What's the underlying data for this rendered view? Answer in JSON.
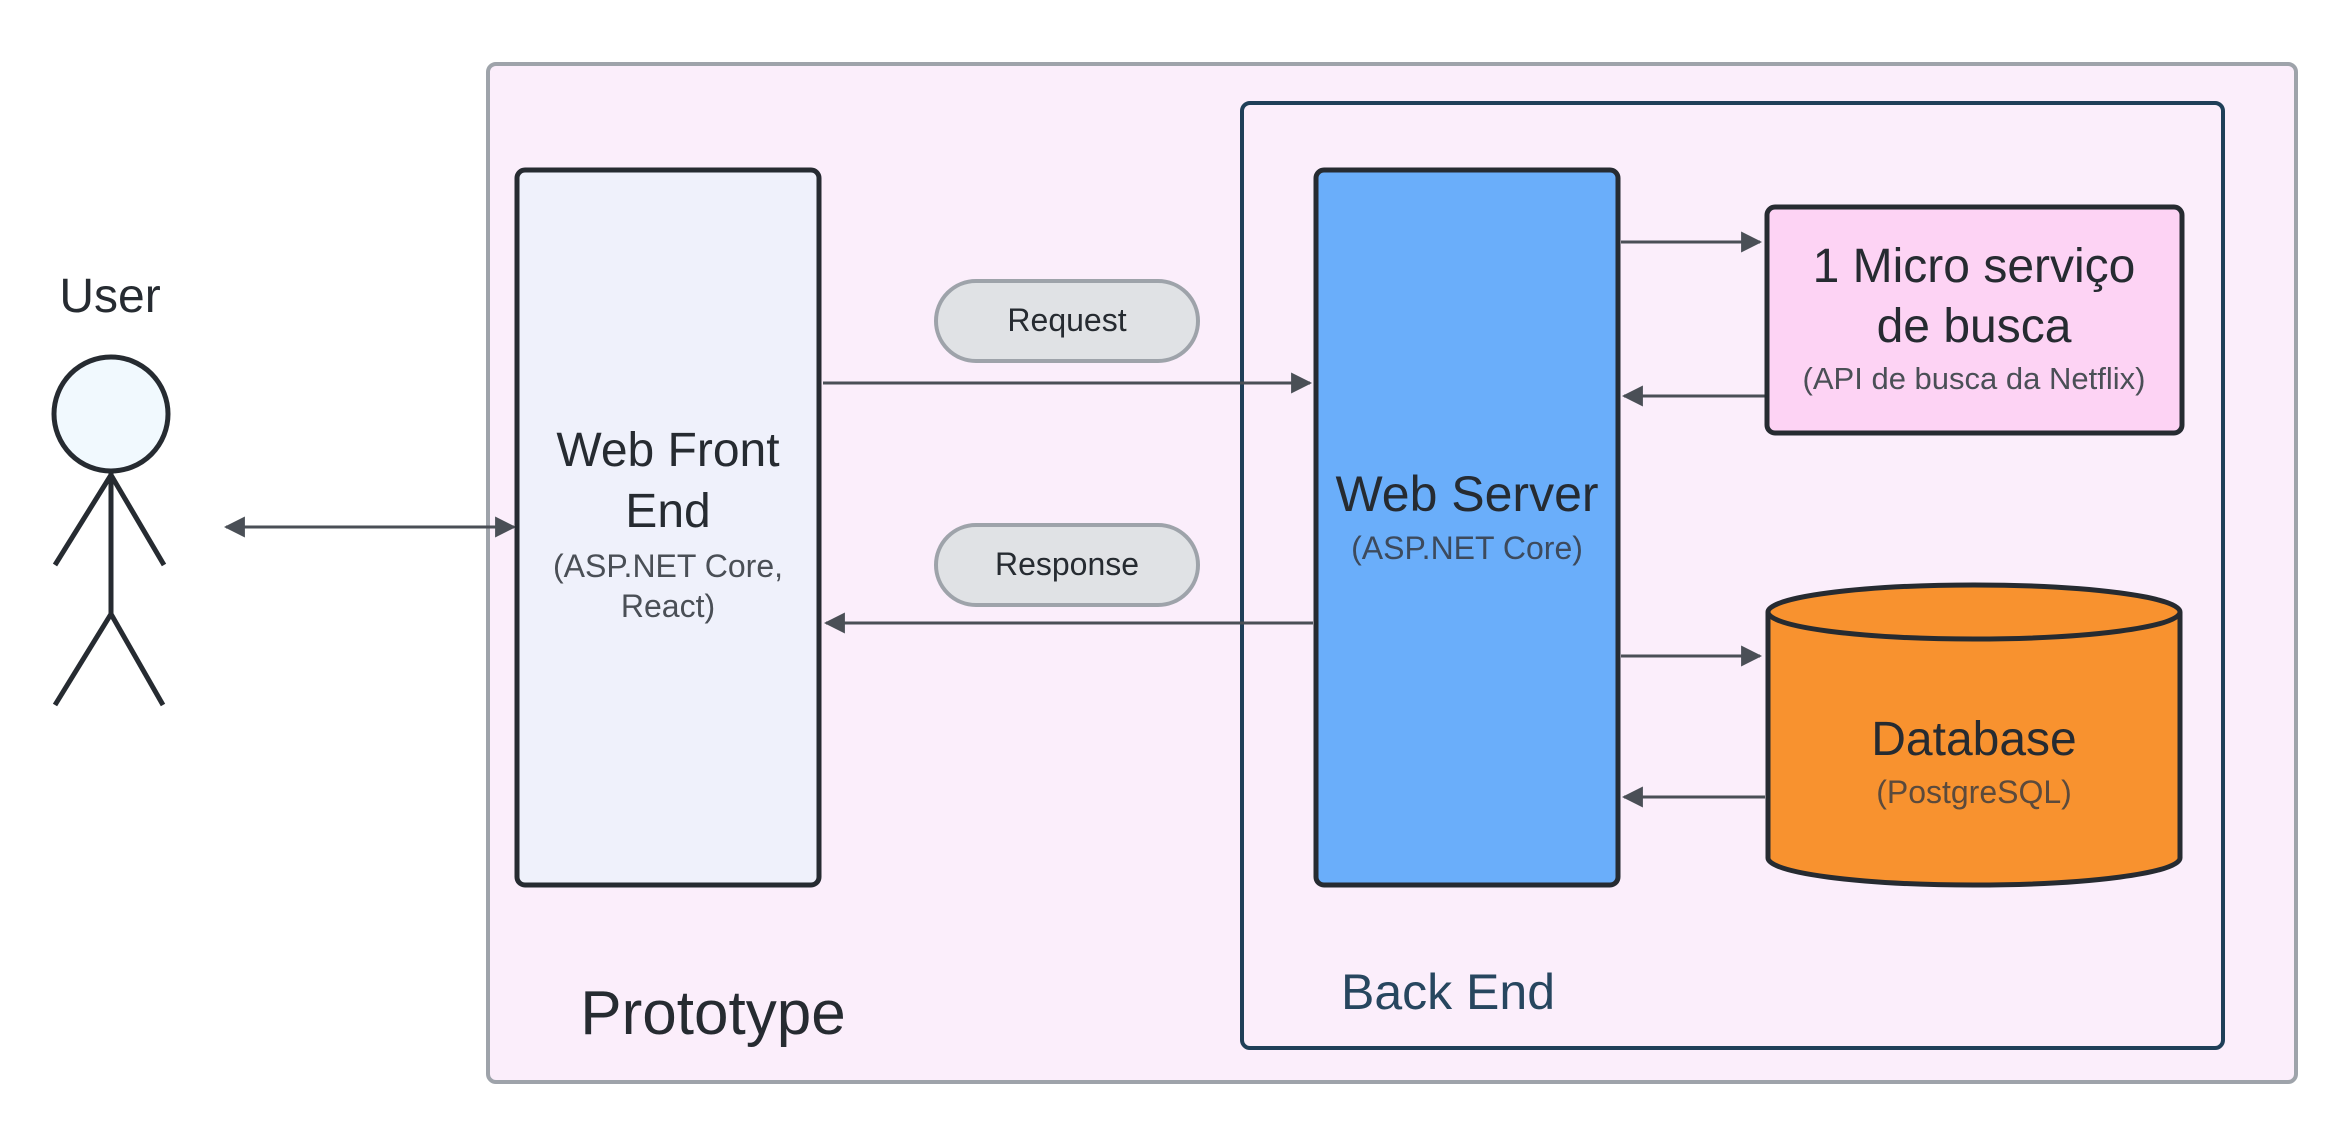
{
  "actor": {
    "label": "User"
  },
  "containers": {
    "prototype": {
      "label": "Prototype"
    },
    "backend": {
      "label": "Back End"
    }
  },
  "nodes": {
    "frontend": {
      "title_line1": "Web Front",
      "title_line2": "End",
      "sub_line1": "(ASP.NET Core,",
      "sub_line2": "React)"
    },
    "webserver": {
      "title": "Web Server",
      "sub": "(ASP.NET Core)"
    },
    "microservice": {
      "title_line1": "1 Micro serviço",
      "title_line2": "de busca",
      "sub": "(API de busca da Netflix)"
    },
    "database": {
      "title": "Database",
      "sub": "(PostgreSQL)"
    }
  },
  "edge_labels": {
    "request": "Request",
    "response": "Response"
  },
  "colors": {
    "prototype_fill": "#fbeefb",
    "prototype_stroke": "#9ea3aa",
    "backend_stroke": "#1f3f58",
    "frontend_fill": "#eff1fb",
    "webserver_fill": "#6aaefa",
    "microservice_fill": "#fdd3f4",
    "database_fill": "#f8922f",
    "actor_head_fill": "#f1f9fe",
    "pill_fill": "#e0e2e5",
    "pill_stroke": "#9ea3aa",
    "arrow": "#4a4f56",
    "node_stroke": "#262b31"
  }
}
